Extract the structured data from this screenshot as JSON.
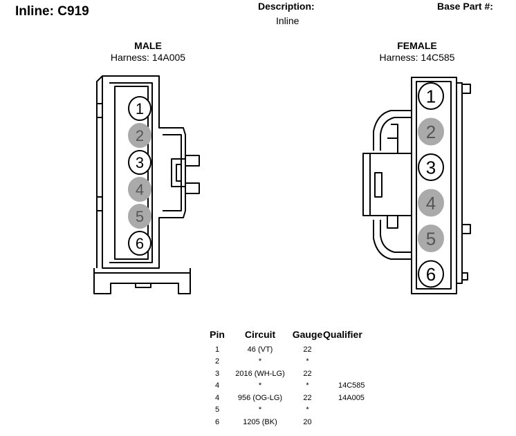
{
  "header": {
    "title": "Inline: C919",
    "description_label": "Description:",
    "description_value": "Inline",
    "base_part_label": "Base Part #:"
  },
  "male": {
    "title": "MALE",
    "harness": "Harness: 14A005",
    "pins": [
      {
        "label": "1",
        "shaded": false
      },
      {
        "label": "2",
        "shaded": true
      },
      {
        "label": "3",
        "shaded": false
      },
      {
        "label": "4",
        "shaded": true
      },
      {
        "label": "5",
        "shaded": true
      },
      {
        "label": "6",
        "shaded": false
      }
    ]
  },
  "female": {
    "title": "FEMALE",
    "harness": "Harness: 14C585",
    "pins": [
      {
        "label": "1",
        "shaded": false
      },
      {
        "label": "2",
        "shaded": true
      },
      {
        "label": "3",
        "shaded": false
      },
      {
        "label": "4",
        "shaded": true
      },
      {
        "label": "5",
        "shaded": true
      },
      {
        "label": "6",
        "shaded": false
      }
    ]
  },
  "colors": {
    "shaded_pin": "#aaaaaa",
    "line": "#000000"
  },
  "table": {
    "headers": {
      "pin": "Pin",
      "circuit": "Circuit",
      "gauge": "Gauge",
      "qualifier": "Qualifier"
    },
    "rows": [
      {
        "pin": "1",
        "circuit": "46 (VT)",
        "gauge": "22",
        "qualifier": ""
      },
      {
        "pin": "2",
        "circuit": "*",
        "gauge": "*",
        "qualifier": ""
      },
      {
        "pin": "3",
        "circuit": "2016 (WH-LG)",
        "gauge": "22",
        "qualifier": ""
      },
      {
        "pin": "4",
        "circuit": "*",
        "gauge": "*",
        "qualifier": "14C585"
      },
      {
        "pin": "4",
        "circuit": "956 (OG-LG)",
        "gauge": "22",
        "qualifier": "14A005"
      },
      {
        "pin": "5",
        "circuit": "*",
        "gauge": "*",
        "qualifier": ""
      },
      {
        "pin": "6",
        "circuit": "1205 (BK)",
        "gauge": "20",
        "qualifier": ""
      }
    ]
  }
}
